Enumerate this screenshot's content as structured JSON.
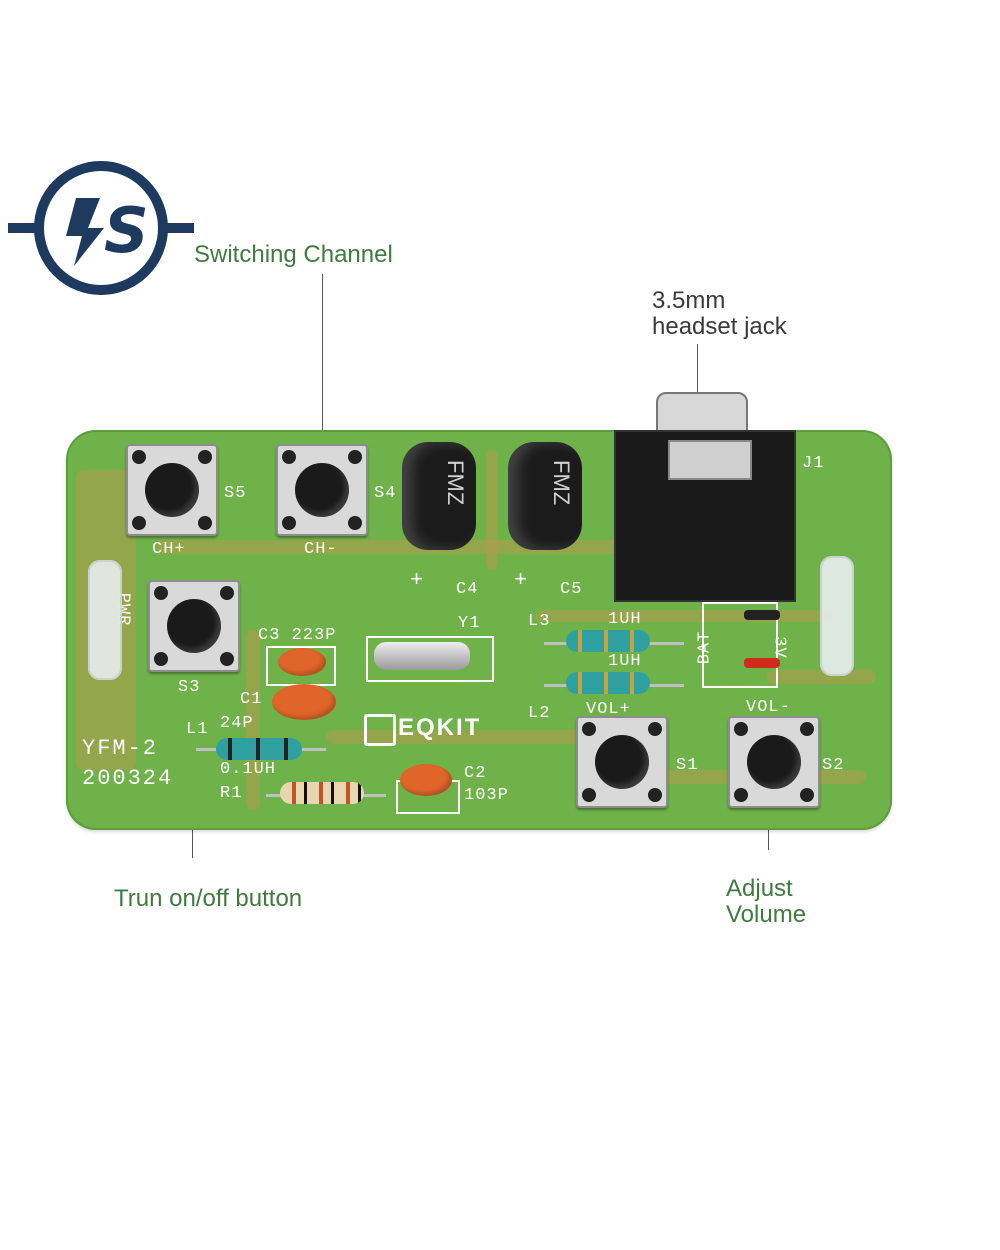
{
  "logo": {
    "letters": "S",
    "color": "#1f3a5f",
    "icon": "lightning-s-logo-icon"
  },
  "callouts": {
    "switching_channel": "Switching Channel",
    "headset_jack": "3.5mm\nheadset jack",
    "power_button": "Trun on/off button",
    "adjust_volume": "Adjust\nVolume"
  },
  "board": {
    "model": "YFM-2",
    "date": "200324",
    "brand": "EQKIT",
    "colors": {
      "pcb": "#6fb24a",
      "silk": "#ffffff",
      "cap": "#e0652a"
    },
    "labels": {
      "s5": "S5",
      "s4": "S4",
      "s3": "S3",
      "s1": "S1",
      "s2": "S2",
      "ch_plus": "CH+",
      "ch_minus": "CH-",
      "vol_plus": "VOL+",
      "vol_minus": "VOL-",
      "c4": "C4",
      "c5": "C5",
      "c3": "C3 223P",
      "c1": "C1",
      "c1_val": "24P",
      "c2": "C2",
      "c2_val": "103P",
      "l1": "L1",
      "l1_val": "0.1UH",
      "l2": "L2",
      "l3": "L3",
      "l_val": "1UH",
      "r1": "R1",
      "y1": "Y1",
      "j1": "J1",
      "bat": "BAT",
      "bat_v": "3V",
      "pwr": "PWR",
      "plus": "+",
      "cap_text": "FMZ"
    }
  }
}
